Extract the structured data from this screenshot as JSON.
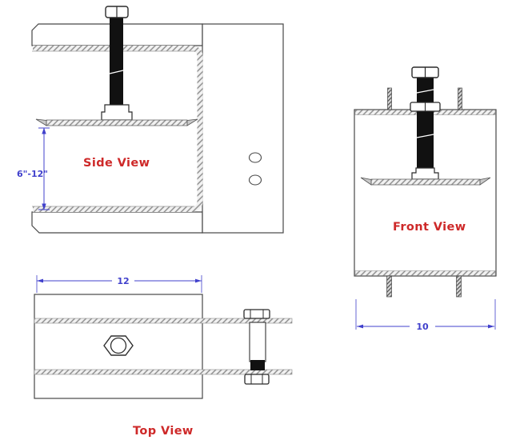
{
  "drawing": {
    "description": "Three-view technical drawing of an adjustable beam clamp",
    "colors": {
      "line": "#474747",
      "dimension": "#4040cc",
      "label": "#ce2929",
      "screw_fill": "#111111",
      "background": "#ffffff"
    },
    "side_view": {
      "label": "Side View",
      "dimension_label": "6\"-12\""
    },
    "front_view": {
      "label": "Front View",
      "dimension_label": "10"
    },
    "top_view": {
      "label": "Top View",
      "dimension_label": "12"
    }
  }
}
